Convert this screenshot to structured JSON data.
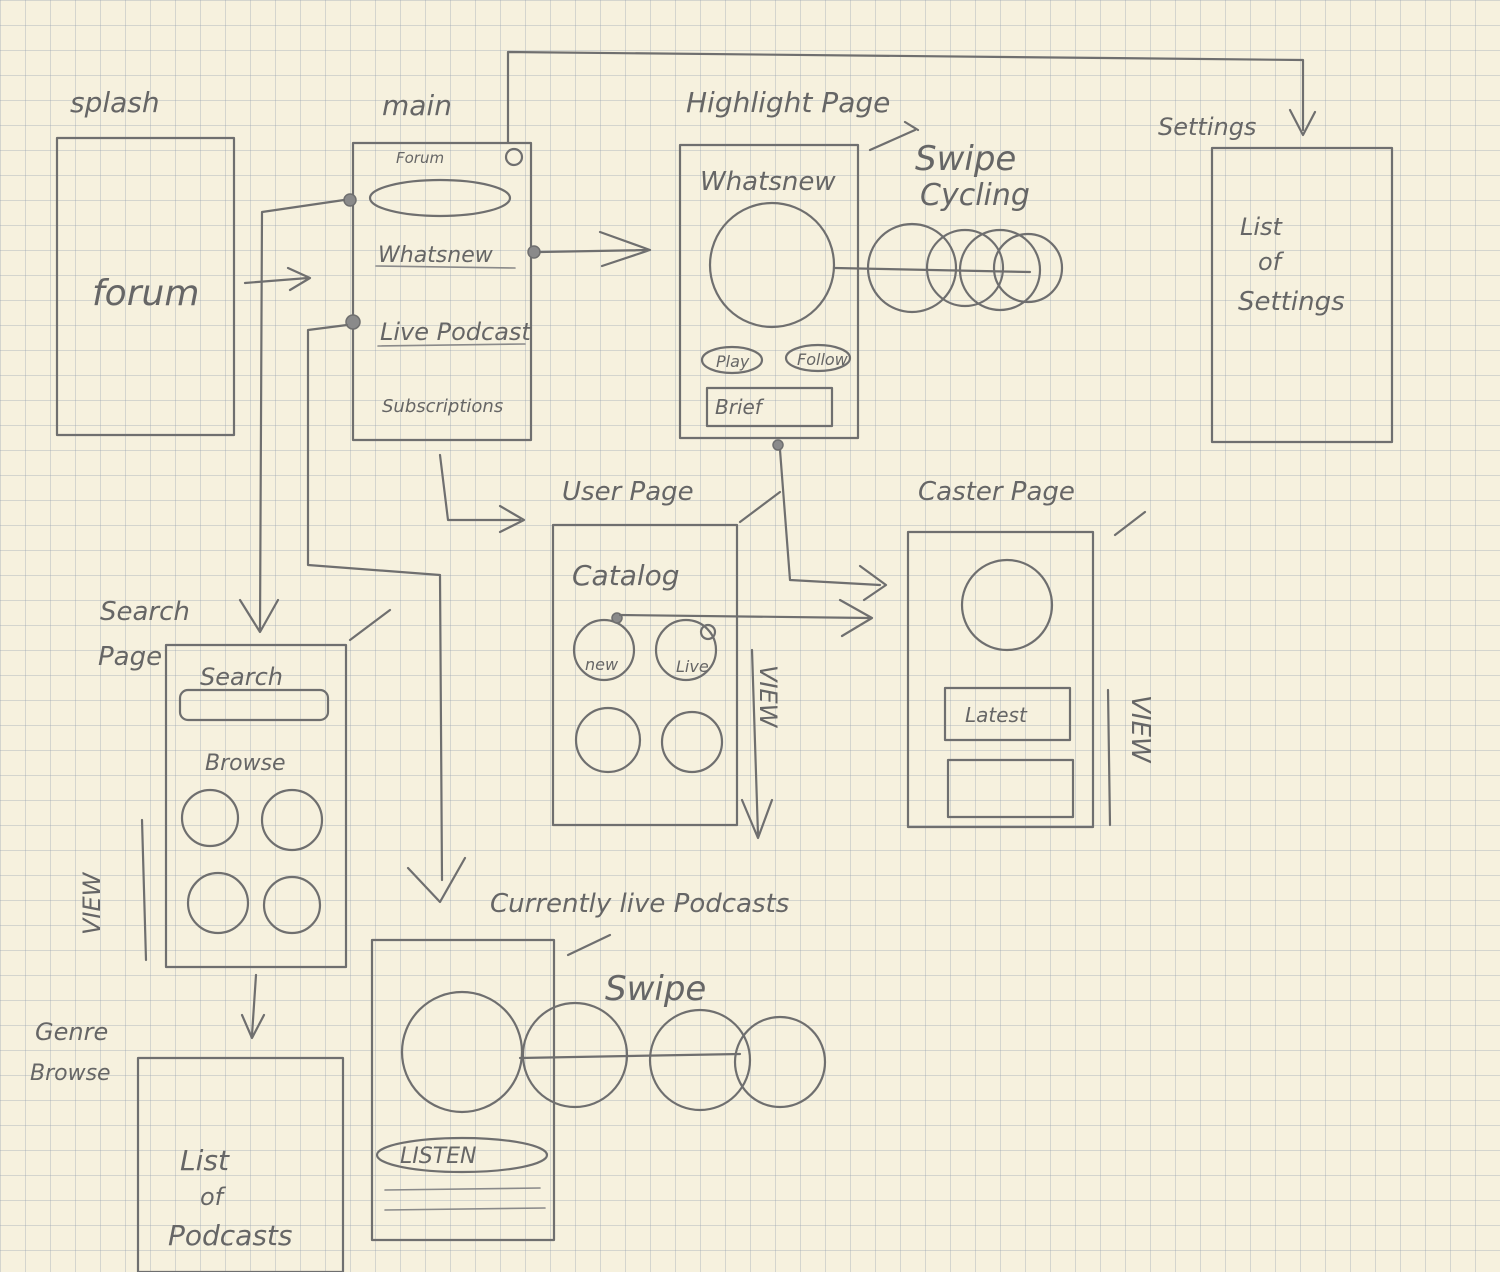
{
  "labels": {
    "splash_title": "splash",
    "splash_text": "forum",
    "main_title": "main",
    "main_header": "Forum",
    "main_whatsnew": "Whatsnew",
    "main_live": "Live Podcast",
    "main_subscriptions": "Subscriptions",
    "highlight_title": "Highlight Page",
    "highlight_whatsnew": "Whatsnew",
    "highlight_play": "Play",
    "highlight_follow": "Follow",
    "highlight_brief": "Brief",
    "swipe_cycling_1": "Swipe",
    "swipe_cycling_2": "Cycling",
    "settings_title": "Settings",
    "settings_text_1": "List",
    "settings_text_2": "of",
    "settings_text_3": "Settings",
    "user_title": "User Page",
    "user_catalog": "Catalog",
    "user_new": "new",
    "user_live": "Live",
    "view_user": "VIEW",
    "caster_title": "Caster Page",
    "caster_latest": "Latest",
    "view_caster": "VIEW",
    "search_title_1": "Search",
    "search_title_2": "Page",
    "search_header": "Search",
    "search_browse": "Browse",
    "view_search": "VIEW",
    "live_title": "Currently live Podcasts",
    "live_swipe": "Swipe",
    "live_listen": "LISTEN",
    "genre_title_1": "Genre",
    "genre_title_2": "Browse",
    "genre_text_1": "List",
    "genre_text_2": "of",
    "genre_text_3": "Podcasts"
  }
}
